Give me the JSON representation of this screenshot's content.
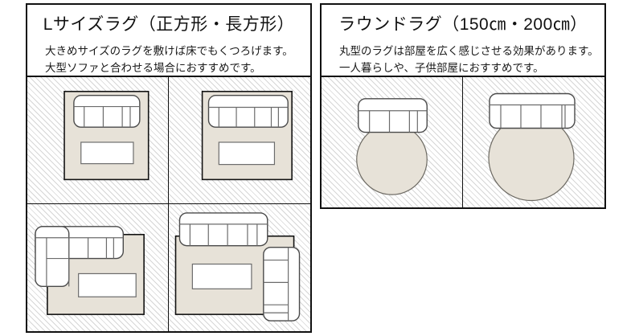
{
  "panels": [
    {
      "id": "l-size-rug",
      "title": "Lサイズラグ（正方形・長方形）",
      "desc_line1": "大きめサイズのラグを敷けば床でもくつろげます。",
      "desc_line2": "大型ソファと合わせる場合におすすめです。",
      "cells": [
        {
          "name": "square-rug-with-3seat-sofa",
          "rug_shape": "square",
          "sofa": "3-seat-straight",
          "has_table": true
        },
        {
          "name": "square-rug-with-4seat-sofa",
          "rug_shape": "square",
          "sofa": "4-seat-straight",
          "has_table": true
        },
        {
          "name": "rect-rug-with-corner-sofa",
          "rug_shape": "rectangle",
          "sofa": "l-shaped-corner",
          "has_table": true
        },
        {
          "name": "rect-rug-with-two-sofas",
          "rug_shape": "rectangle",
          "sofa": "two-piece-corner",
          "has_table": true
        }
      ]
    },
    {
      "id": "round-rug",
      "title": "ラウンドラグ（150㎝・200㎝）",
      "desc_line1": "丸型のラグは部屋を広く感じさせる効果があります。",
      "desc_line2": "一人暮らしや、子供部屋におすすめです。",
      "cells": [
        {
          "name": "round-rug-150",
          "rug_shape": "circle-small",
          "sofa": "3-seat-straight",
          "has_table": false
        },
        {
          "name": "round-rug-200",
          "rug_shape": "circle-large",
          "sofa": "4-seat-straight",
          "has_table": false
        }
      ]
    }
  ],
  "colors": {
    "rug_fill": "#e7e2d8",
    "outline": "#111111",
    "hatch": "#d6d6d6",
    "sofa_fill": "#ffffff",
    "sofa_stroke": "#4a4a4a"
  }
}
